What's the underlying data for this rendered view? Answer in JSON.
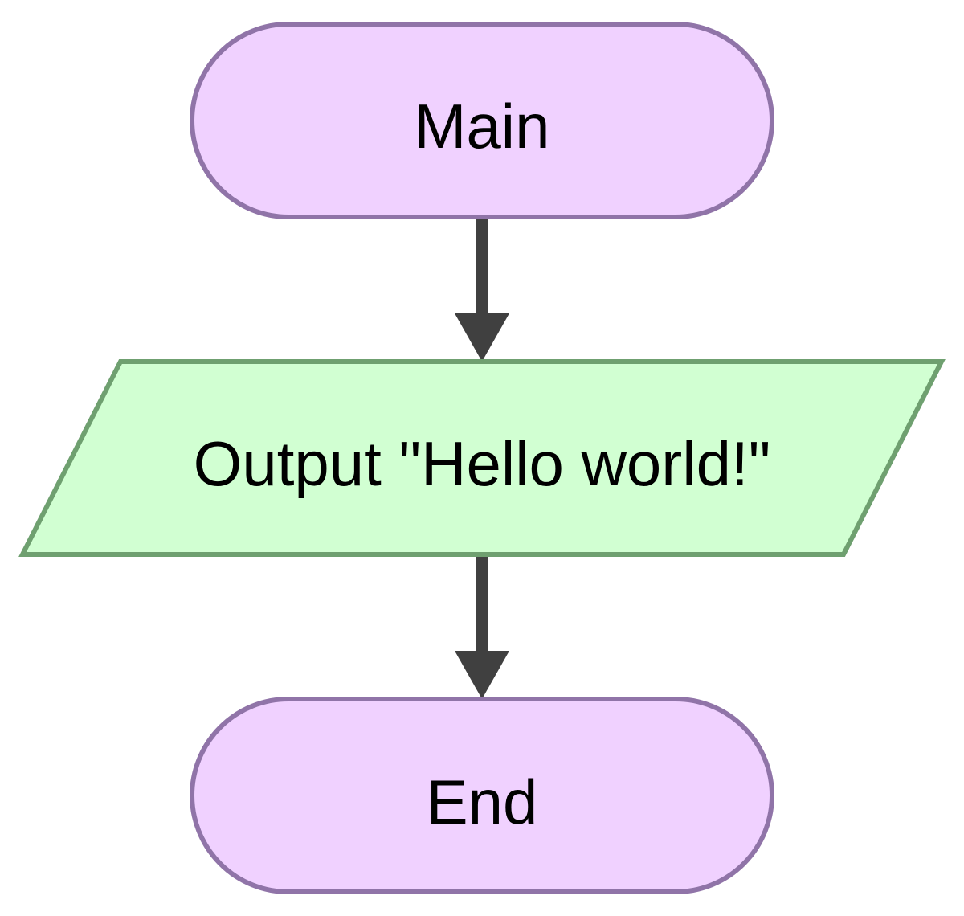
{
  "flowchart": {
    "nodes": {
      "start": {
        "label": "Main",
        "shape": "terminal"
      },
      "output": {
        "label": "Output \"Hello world!\"",
        "shape": "input-output"
      },
      "end": {
        "label": "End",
        "shape": "terminal"
      }
    },
    "edges": [
      {
        "from": "start",
        "to": "output"
      },
      {
        "from": "output",
        "to": "end"
      }
    ]
  },
  "colors": {
    "terminal_fill": "#f0d1ff",
    "terminal_stroke": "#9074a8",
    "io_fill": "#d1ffd2",
    "io_stroke": "#6fa070",
    "arrow": "#404040",
    "text": "#000000"
  }
}
